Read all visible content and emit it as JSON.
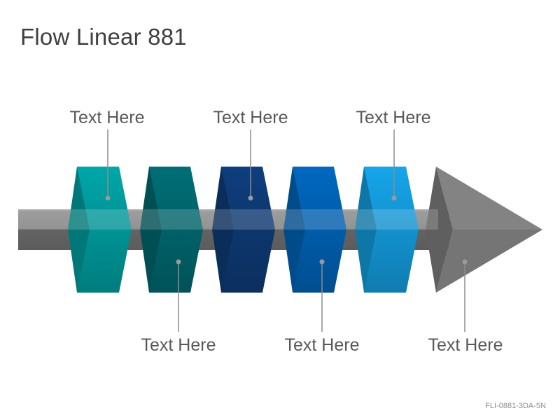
{
  "title": "Flow Linear 881",
  "code": "FLI-0881-3DA-5N",
  "colors": {
    "teal": "#00a6a8",
    "dark_teal": "#006e76",
    "navy": "#0f3e7d",
    "blue": "#0068c0",
    "light_blue": "#15a5ea",
    "arrow_gray": "#838383"
  },
  "labels": {
    "step1": "Text Here",
    "step2": "Text Here",
    "step3": "Text Here",
    "step4": "Text Here",
    "step5": "Text Here",
    "arrow_head": "Text Here"
  }
}
